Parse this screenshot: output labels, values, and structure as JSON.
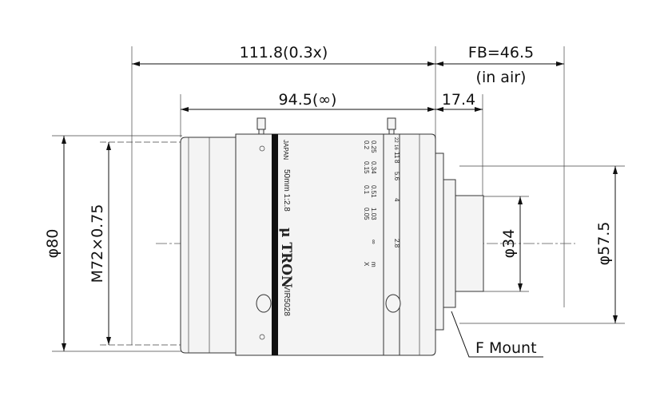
{
  "dimensions": {
    "total_length": "111.8(0.3x)",
    "flange_back": "FB=46.5",
    "flange_back_note": "(in air)",
    "body_length": "94.5(∞)",
    "mount_length": "17.4",
    "outer_diameter": "φ80",
    "filter_thread": "M72×0.75",
    "mount_inner_diameter": "φ34",
    "mount_outer_diameter": "φ57.5"
  },
  "mount_label": "F Mount",
  "lens_markings": {
    "origin": "JAPAN",
    "spec": "50mm 1:2.8",
    "brand": "TRON",
    "model": "VIR5028",
    "distance_row1": [
      "0.25",
      "0.34",
      "0.51",
      "1.03",
      "∞",
      "m"
    ],
    "distance_row2": [
      "0.2",
      "0.15",
      "0.1",
      "0.05",
      "X"
    ],
    "aperture_scale": [
      "22",
      "16",
      "11",
      "8",
      "5.6",
      "4",
      "2.8"
    ]
  }
}
